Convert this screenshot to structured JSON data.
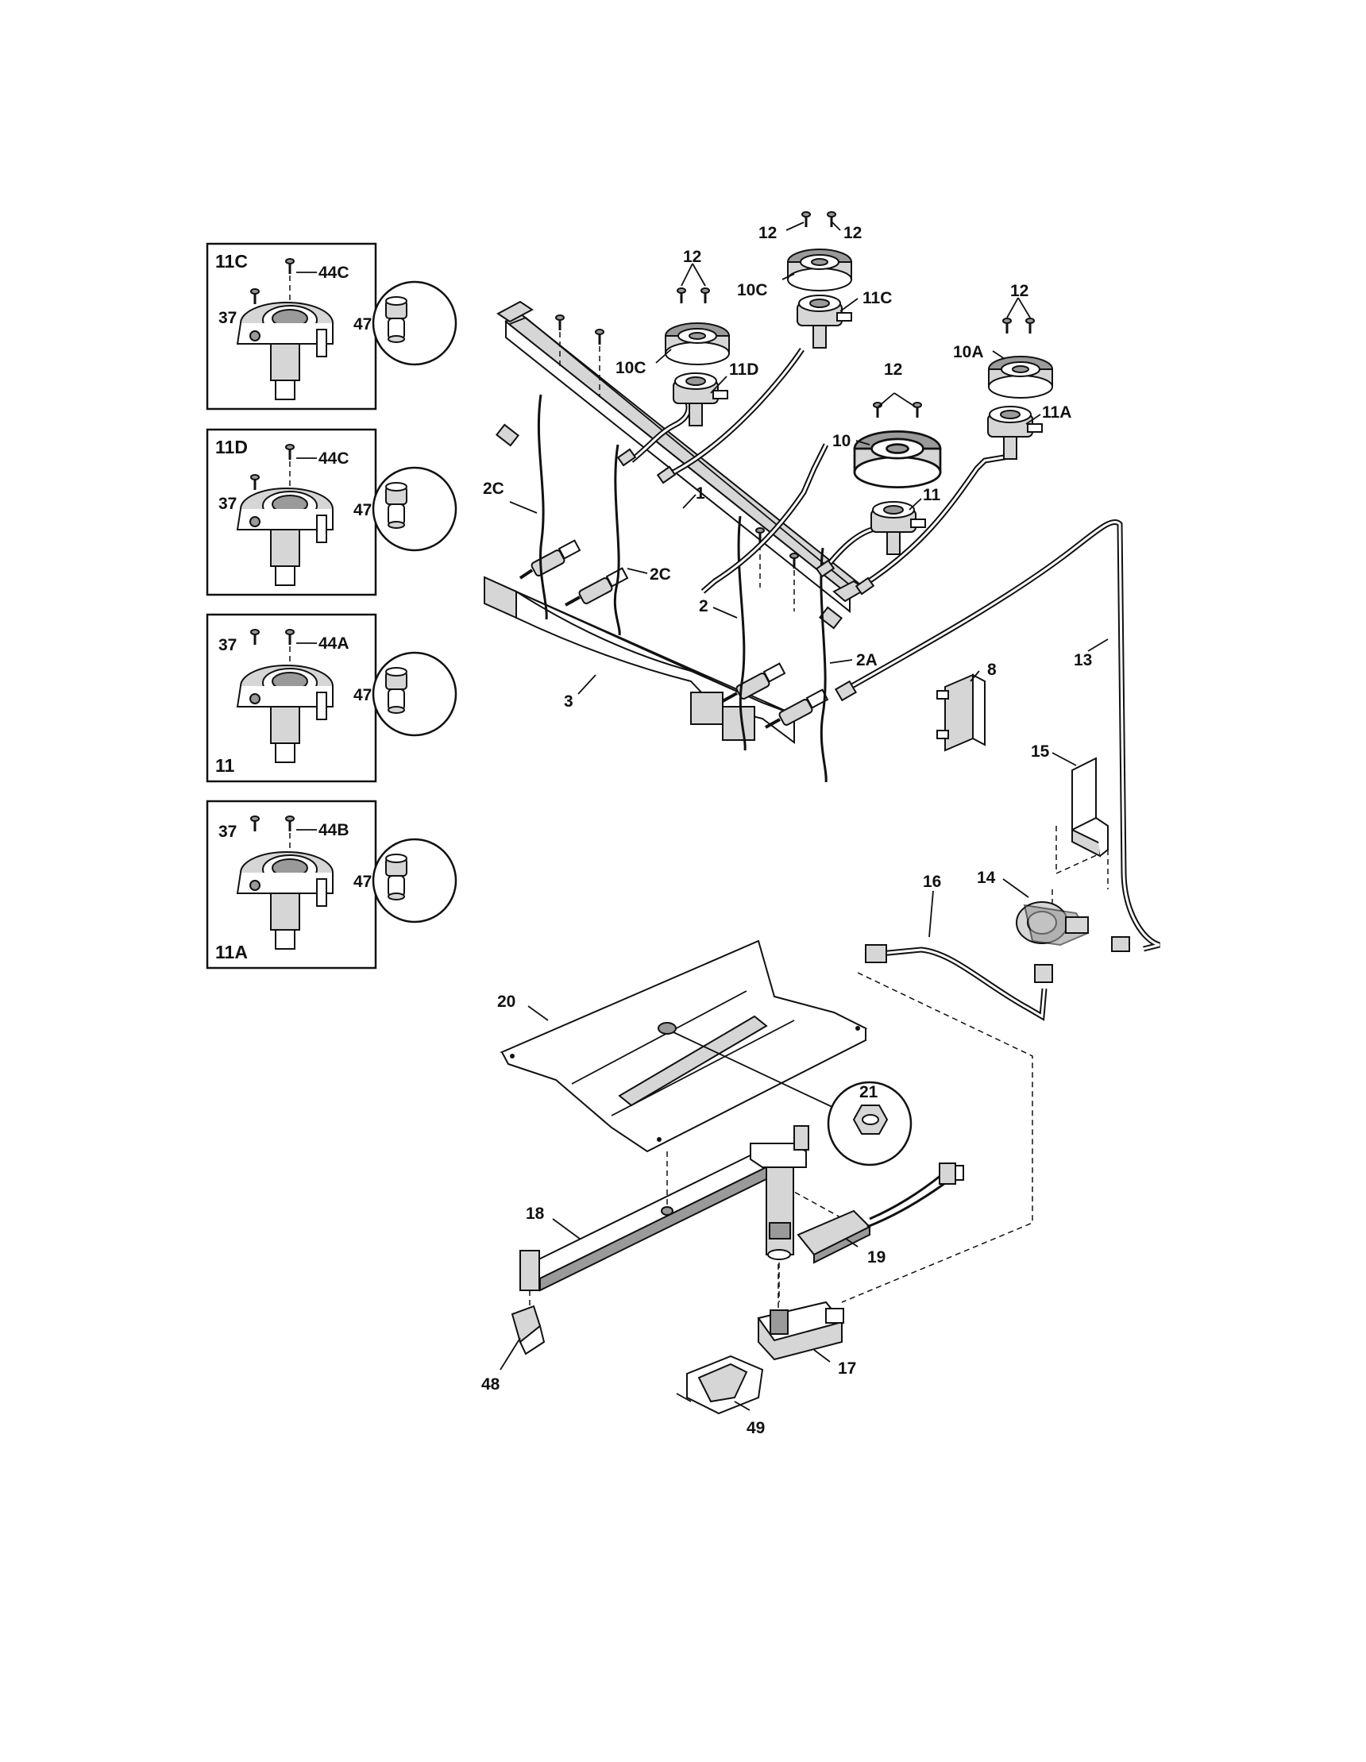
{
  "insets": [
    {
      "title": "11C",
      "labels": {
        "top": "44C",
        "screw": "37",
        "circle": "47"
      }
    },
    {
      "title": "11D",
      "labels": {
        "top": "44C",
        "screw": "37",
        "circle": "47"
      }
    },
    {
      "title": "11",
      "labels": {
        "top": "44A",
        "screw": "37",
        "circle": "47"
      }
    },
    {
      "title": "11A",
      "labels": {
        "top": "44B",
        "screw": "37",
        "circle": "47"
      }
    }
  ],
  "callouts": {
    "c12_a": "12",
    "c12_b": "12",
    "c12_c": "12",
    "c12_d": "12",
    "c12_e": "12",
    "c10c_a": "10C",
    "c10c_b": "10C",
    "c11c": "11C",
    "c11d": "11D",
    "c10a": "10A",
    "c11a": "11A",
    "c10": "10",
    "c11": "11",
    "c2c_a": "2C",
    "c2c_b": "2C",
    "c1": "1",
    "c2": "2",
    "c2a": "2A",
    "c3": "3",
    "c13": "13",
    "c8": "8",
    "c15": "15",
    "c14": "14",
    "c16": "16",
    "c20": "20",
    "c21": "21",
    "c18": "18",
    "c19": "19",
    "c17": "17",
    "c48": "48",
    "c49": "49"
  }
}
